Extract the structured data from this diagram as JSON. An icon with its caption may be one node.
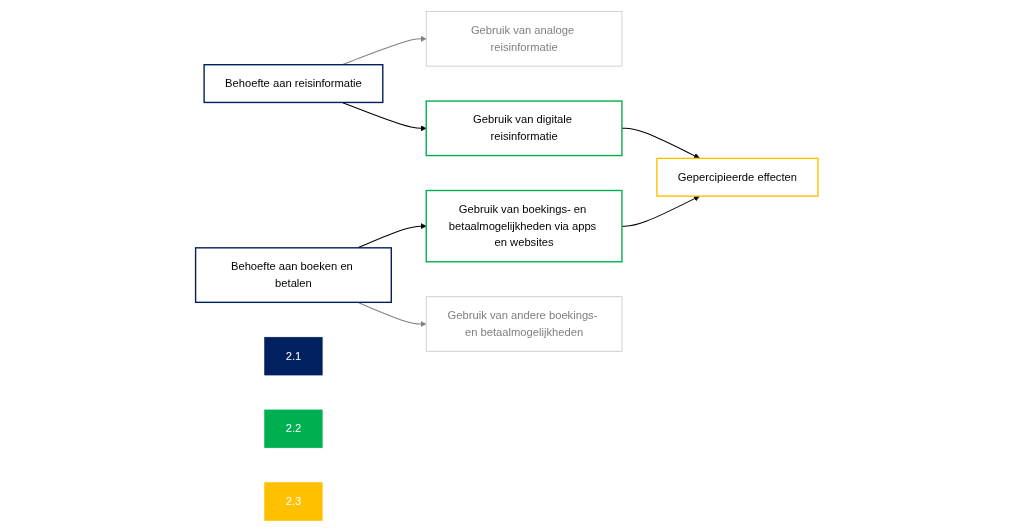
{
  "diagram": {
    "nodes": [
      {
        "text": [
          "Behoefte aan reisinformatie"
        ]
      },
      {
        "text": [
          "Behoefte aan boeken en betalen"
        ]
      },
      {
        "text": [
          "Gebruik van analoge reisinformatie"
        ]
      },
      {
        "text": [
          "Gebruik van digitale reisinformatie"
        ]
      },
      {
        "text": [
          "Gebruik van boekings- en betaalmogelijkheden via apps en websites"
        ]
      },
      {
        "text": [
          "Gebruik van andere boekings- en betaalmogelijkheden"
        ]
      },
      {
        "text": [
          "Gepercipieerde effecten"
        ]
      },
      {
        "text": [
          "2.1"
        ]
      },
      {
        "text": [
          "2.2"
        ]
      },
      {
        "text": [
          "2.3"
        ]
      }
    ],
    "edges": [
      {
        "from": 0,
        "to": 2,
        "arrow": "to",
        "color": "#808080"
      },
      {
        "from": 0,
        "to": 3,
        "arrow": "to"
      },
      {
        "from": 1,
        "to": 4,
        "arrow": "to"
      },
      {
        "from": 1,
        "to": 5,
        "arrow": "to",
        "color": "#808080"
      },
      {
        "from": 3,
        "to": 6,
        "arrow": "to"
      },
      {
        "from": 4,
        "to": 6,
        "arrow": "to"
      }
    ]
  }
}
